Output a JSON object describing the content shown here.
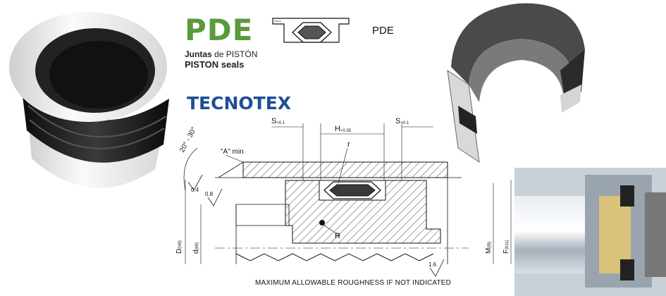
{
  "header": {
    "brand": "PDE",
    "subtitle_es_bold": "Juntas",
    "subtitle_es_rest": " de PISTÓN",
    "subtitle_en": "PISTON seals",
    "manufacturer": "TECNOTEX",
    "code_label": "PDE"
  },
  "drawing": {
    "dim_s_left": "S",
    "dim_s_left_tol": "+0.1",
    "dim_h": "H",
    "dim_h_tol": "+0.35",
    "dim_s_right": "S",
    "dim_s_right_tol": "+0.1",
    "label_r_small": "r",
    "label_r_large": "R",
    "label_a_min": "\"A\" min",
    "label_angle": "20° - 30°",
    "rough_04": "0.4",
    "rough_08": "0.8",
    "rough_16": "1.6",
    "dim_D": "D",
    "dim_D_tol": "(H9)",
    "dim_d": "d",
    "dim_d_tol": "(h9)",
    "dim_M": "M",
    "dim_M_tol": "(f9)",
    "dim_F": "F",
    "dim_F_tol": "(h11)",
    "footnote": "MAXIMUM ALLOWABLE ROUGHNESS IF NOT INDICATED"
  },
  "colors": {
    "brand_green": "#5a9a3c",
    "brand_blue": "#1e4f95",
    "seal_white": "#f1f1f1",
    "seal_black": "#1c1c1c"
  }
}
